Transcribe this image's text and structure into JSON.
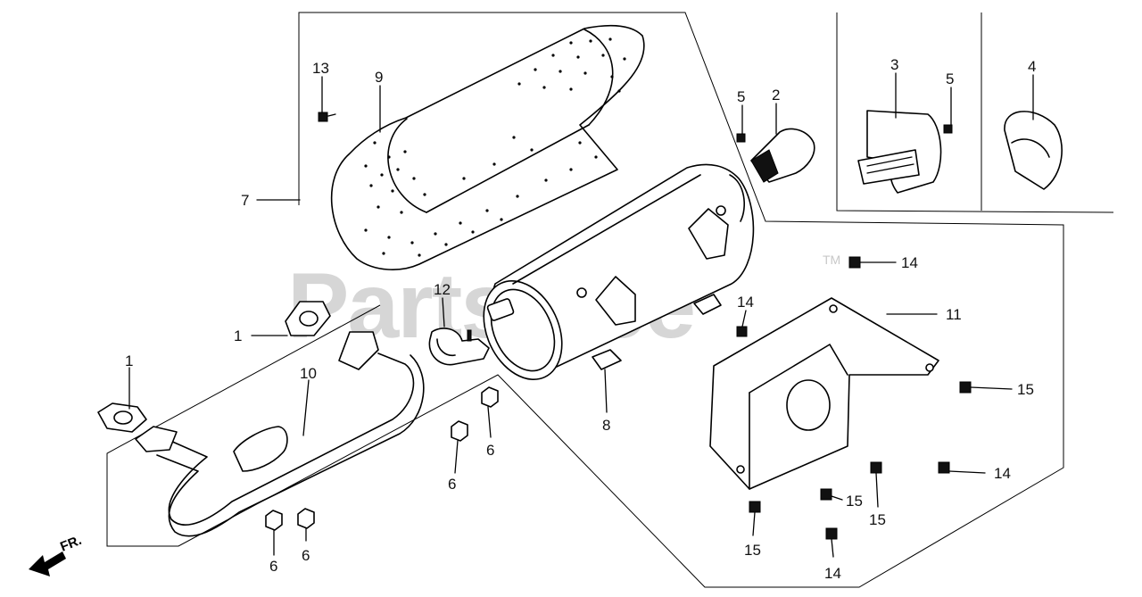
{
  "watermark": {
    "text": "PartsTree",
    "trademark": "TM"
  },
  "direction_indicator": {
    "label": "FR."
  },
  "callouts": [
    {
      "id": "c1a",
      "label": "1"
    },
    {
      "id": "c1b",
      "label": "1"
    },
    {
      "id": "c2",
      "label": "2"
    },
    {
      "id": "c3",
      "label": "3"
    },
    {
      "id": "c4",
      "label": "4"
    },
    {
      "id": "c5a",
      "label": "5"
    },
    {
      "id": "c5b",
      "label": "5"
    },
    {
      "id": "c6a",
      "label": "6"
    },
    {
      "id": "c6b",
      "label": "6"
    },
    {
      "id": "c6c",
      "label": "6"
    },
    {
      "id": "c6d",
      "label": "6"
    },
    {
      "id": "c7",
      "label": "7"
    },
    {
      "id": "c8",
      "label": "8"
    },
    {
      "id": "c9",
      "label": "9"
    },
    {
      "id": "c10",
      "label": "10"
    },
    {
      "id": "c11",
      "label": "11"
    },
    {
      "id": "c12",
      "label": "12"
    },
    {
      "id": "c13",
      "label": "13"
    },
    {
      "id": "c14a",
      "label": "14"
    },
    {
      "id": "c14b",
      "label": "14"
    },
    {
      "id": "c14c",
      "label": "14"
    },
    {
      "id": "c14d",
      "label": "14"
    },
    {
      "id": "c15a",
      "label": "15"
    },
    {
      "id": "c15b",
      "label": "15"
    },
    {
      "id": "c15c",
      "label": "15"
    },
    {
      "id": "c15d",
      "label": "15"
    }
  ]
}
